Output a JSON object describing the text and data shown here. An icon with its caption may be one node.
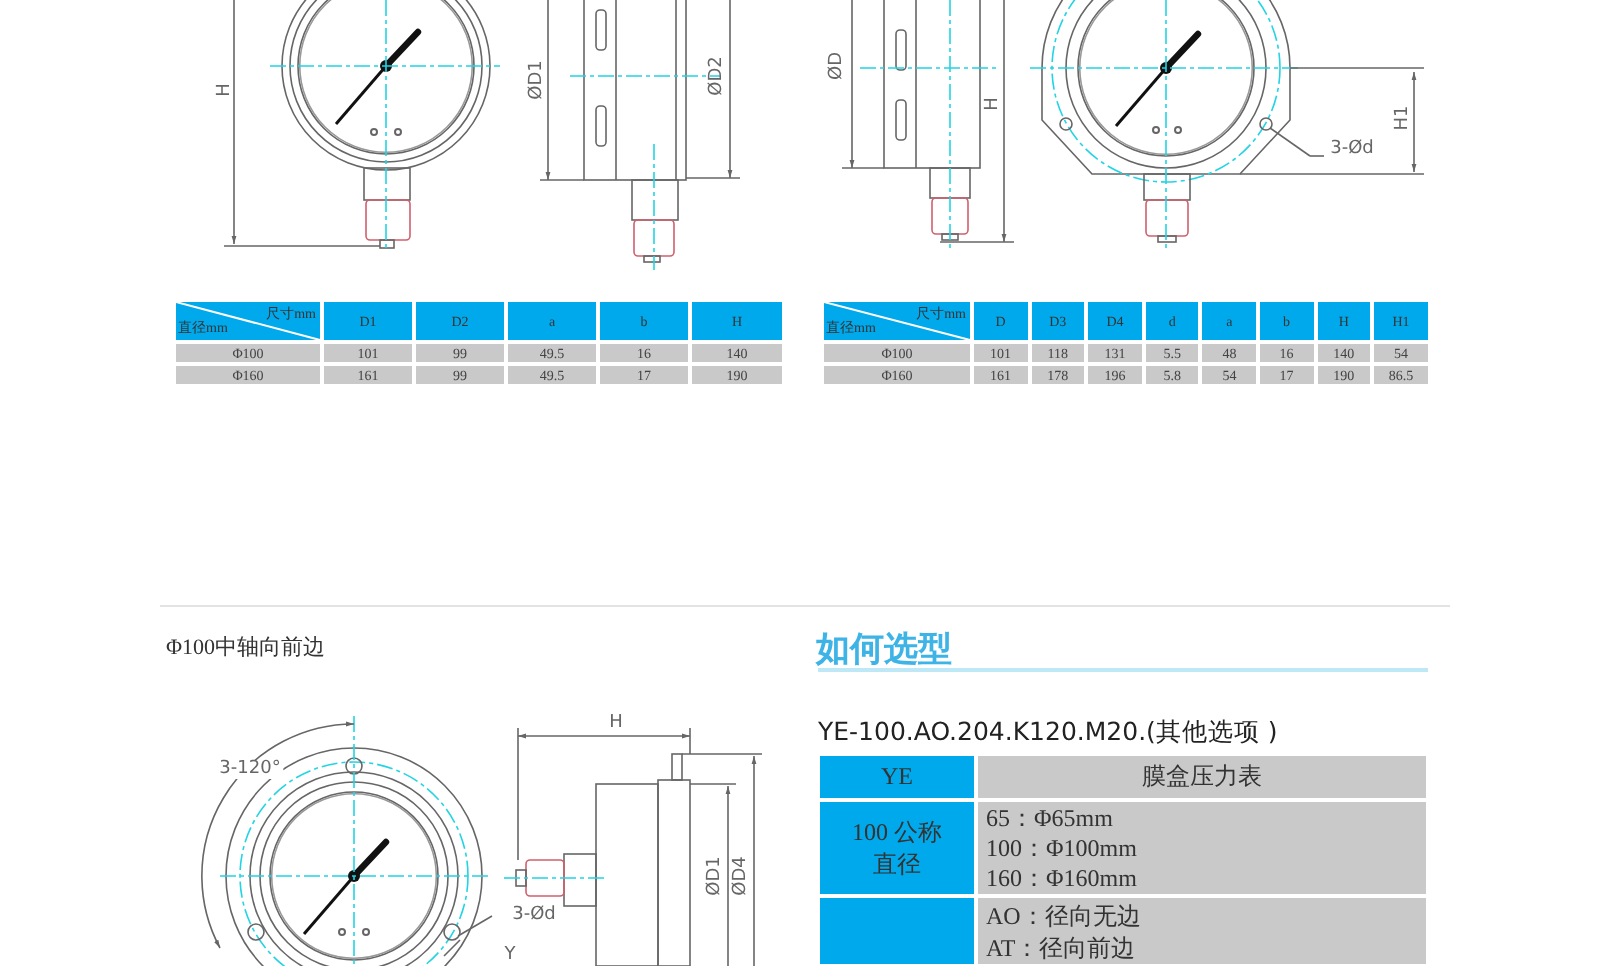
{
  "diagram": {
    "labels": [
      "H",
      "ØD1",
      "ØD2",
      "ØD",
      "H",
      "H1",
      "3-Ød",
      "尺寸mm",
      "直径mm",
      "D1",
      "D2",
      "a",
      "b",
      "H",
      "Φ100",
      "101",
      "99",
      "49.5",
      "16",
      "140",
      "Φ160",
      "161",
      "99",
      "49.5",
      "17",
      "190",
      "尺寸mm",
      "直径mm",
      "D",
      "D3",
      "D4",
      "d",
      "a",
      "b",
      "H",
      "H1",
      "Φ100",
      "101",
      "118",
      "131",
      "5.5",
      "48",
      "16",
      "140",
      "54",
      "Φ160",
      "161",
      "178",
      "196",
      "5.8",
      "54",
      "17",
      "190",
      "86.5",
      "Φ100中轴向前边",
      "3-120°",
      "H",
      "ØD1",
      "ØD4",
      "3-Ød",
      "Y",
      "如何选型",
      "YE-100.AO.204.K120.M20.(其他选项 )",
      "YE",
      "膜盒压力表",
      "100 公称直径",
      "65：Φ65mm",
      "100：Φ100mm",
      "160：Φ160mm",
      "AO：径向无边",
      "AT：径向前边"
    ]
  }
}
